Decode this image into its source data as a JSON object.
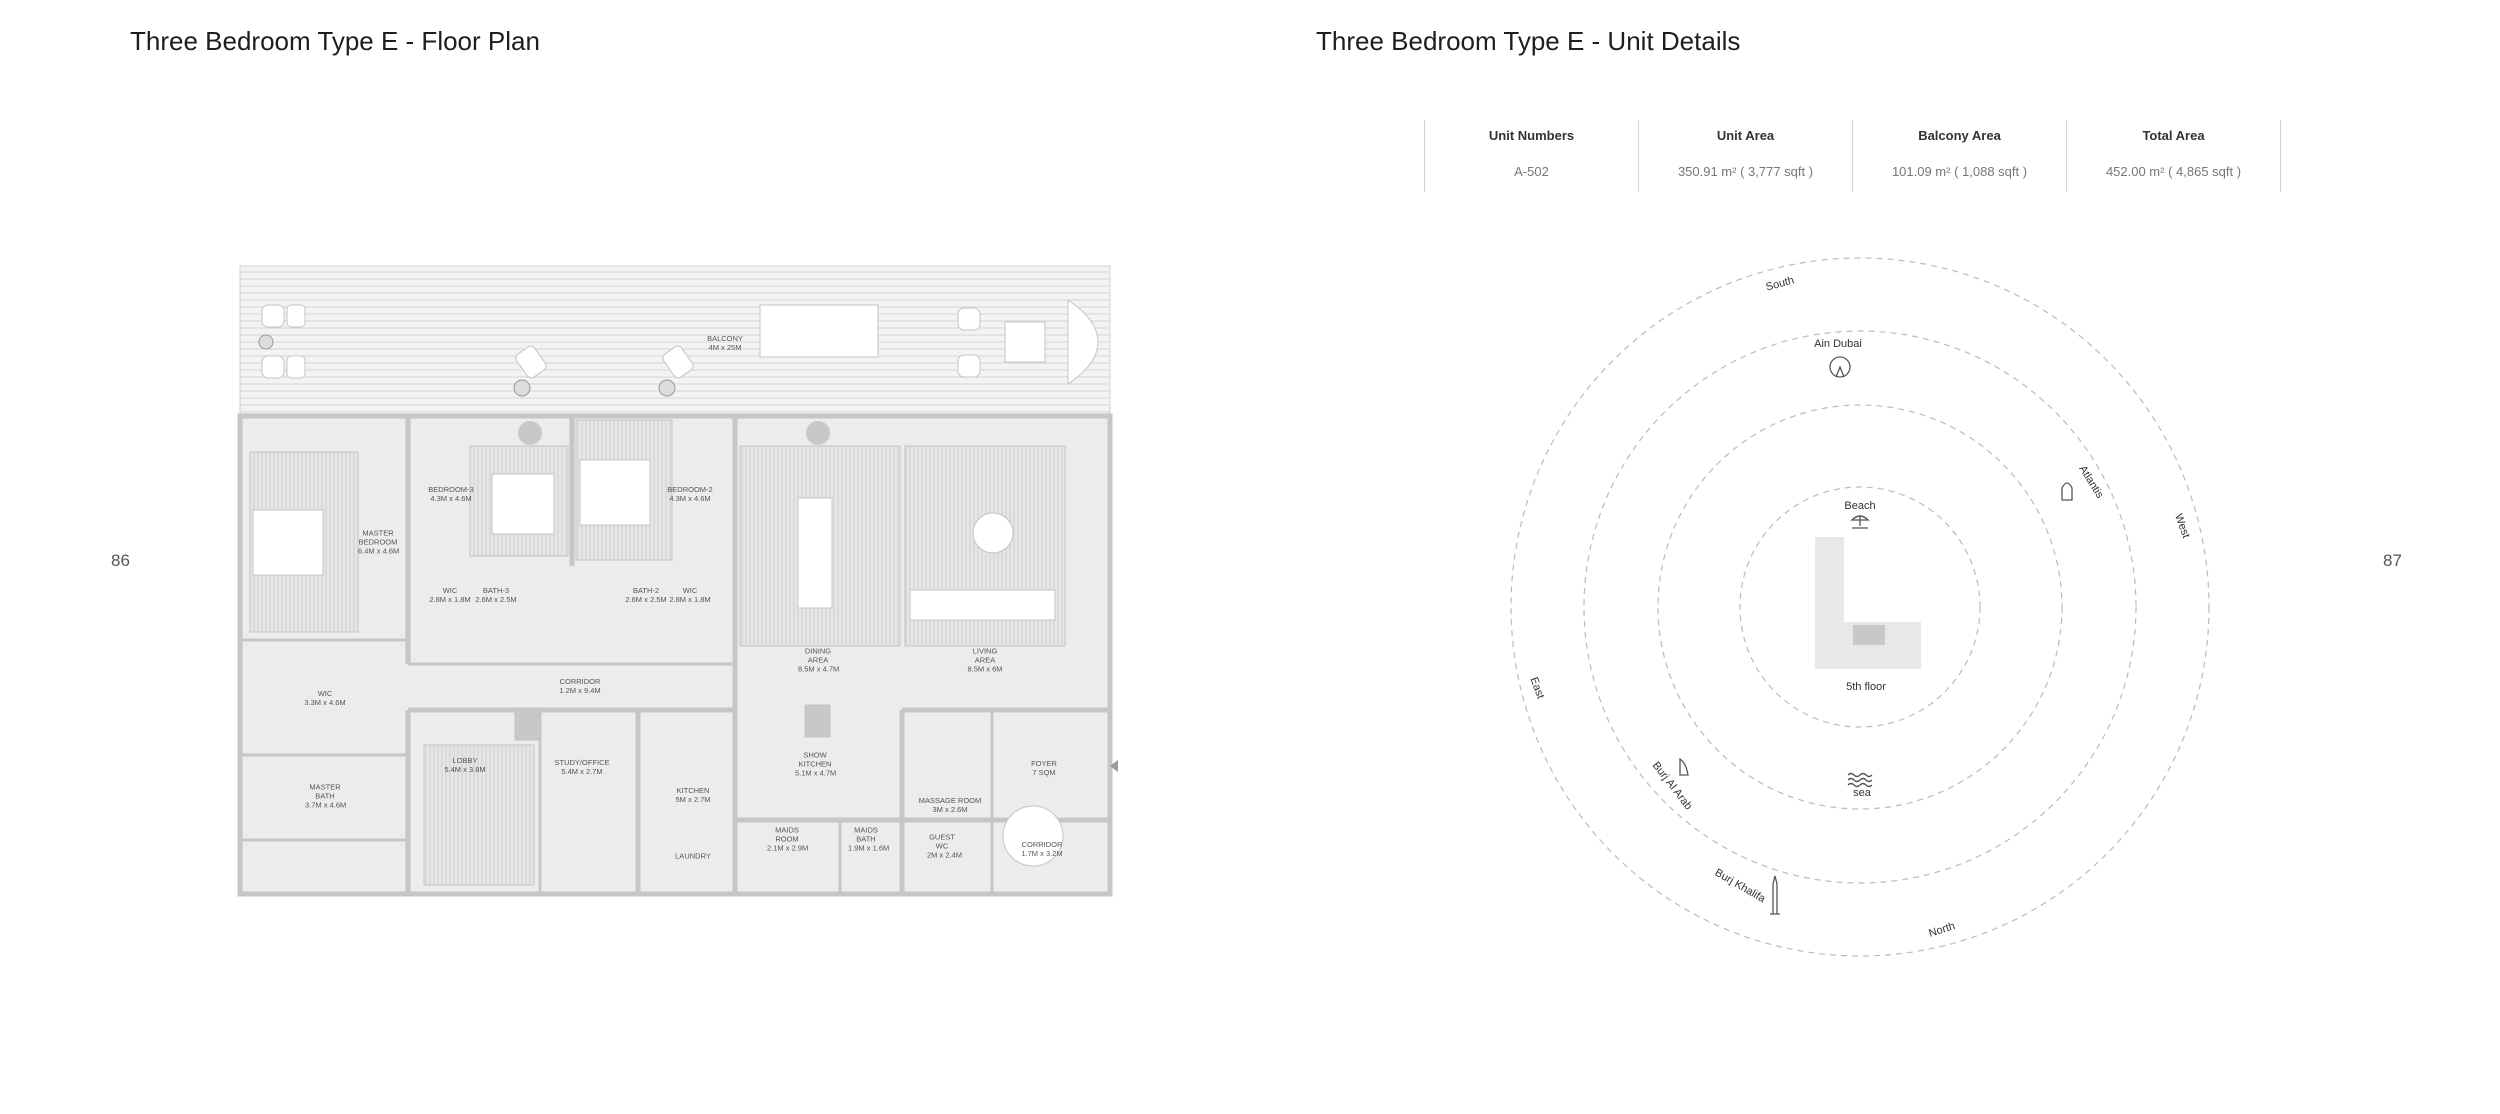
{
  "left_page": {
    "title": "Three Bedroom Type E - Floor Plan",
    "page_number": "86"
  },
  "right_page": {
    "title": "Three Bedroom Type E - Unit Details",
    "page_number": "87"
  },
  "unit_table": {
    "headers": [
      "Unit Numbers",
      "Unit Area",
      "Balcony Area",
      "Total Area"
    ],
    "values": [
      "A-502",
      "350.91 m² ( 3,777 sqft )",
      "101.09 m² ( 1,088 sqft )",
      "452.00 m² ( 4,865 sqft )"
    ]
  },
  "rooms": {
    "balcony": {
      "name": "BALCONY",
      "dims": "4M x 25M"
    },
    "bedroom3": {
      "name": "BEDROOM-3",
      "dims": "4.3M x 4.6M"
    },
    "bedroom2": {
      "name": "BEDROOM-2",
      "dims": "4.3M x 4.6M"
    },
    "master_bedroom": {
      "name": "MASTER BEDROOM",
      "dims": "6.4M x 4.6M"
    },
    "wic_left": {
      "name": "WIC",
      "dims": "2.8M x 1.8M"
    },
    "bath3": {
      "name": "BATH-3",
      "dims": "2.6M x 2.5M"
    },
    "bath2": {
      "name": "BATH-2",
      "dims": "2.6M x 2.5M"
    },
    "wic_right": {
      "name": "WIC",
      "dims": "2.8M x 1.8M"
    },
    "dining": {
      "name": "DINING AREA",
      "dims": "8.5M x 4.7M"
    },
    "living": {
      "name": "LIVING AREA",
      "dims": "8.5M x 6M"
    },
    "corridor": {
      "name": "CORRIDOR",
      "dims": "1.2M x 9.4M"
    },
    "wic_master": {
      "name": "WIC",
      "dims": "3.3M x 4.6M"
    },
    "lobby": {
      "name": "LOBBY",
      "dims": "5.4M x 3.8M"
    },
    "study": {
      "name": "STUDY/OFFICE",
      "dims": "5.4M x 2.7M"
    },
    "show_kitchen": {
      "name": "SHOW KITCHEN",
      "dims": "5.1M x 4.7M"
    },
    "foyer": {
      "name": "FOYER",
      "dims": "7 SQM"
    },
    "master_bath": {
      "name": "MASTER BATH",
      "dims": "3.7M x 4.6M"
    },
    "kitchen": {
      "name": "KITCHEN",
      "dims": "5M x 2.7M"
    },
    "massage": {
      "name": "MASSAGE ROOM",
      "dims": "3M x 2.6M"
    },
    "maids_room": {
      "name": "MAIDS ROOM",
      "dims": "2.1M x 2.9M"
    },
    "maids_bath": {
      "name": "MAIDS BATH",
      "dims": "1.9M x 1.6M"
    },
    "guest_wc": {
      "name": "GUEST WC",
      "dims": "2M x 2.4M"
    },
    "corridor2": {
      "name": "CORRIDOR",
      "dims": "1.7M x 3.2M"
    },
    "laundry": {
      "name": "LAUNDRY"
    }
  },
  "orientation": {
    "south": "South",
    "north": "North",
    "east": "East",
    "west": "West",
    "ain_dubai": "Ain Dubai",
    "atlantis": "Atlantis",
    "beach": "Beach",
    "floor": "5th floor",
    "sea": "sea",
    "burj_al_arab": "Burj Al Arab",
    "burj_khalifa": "Burj Khalifa"
  }
}
